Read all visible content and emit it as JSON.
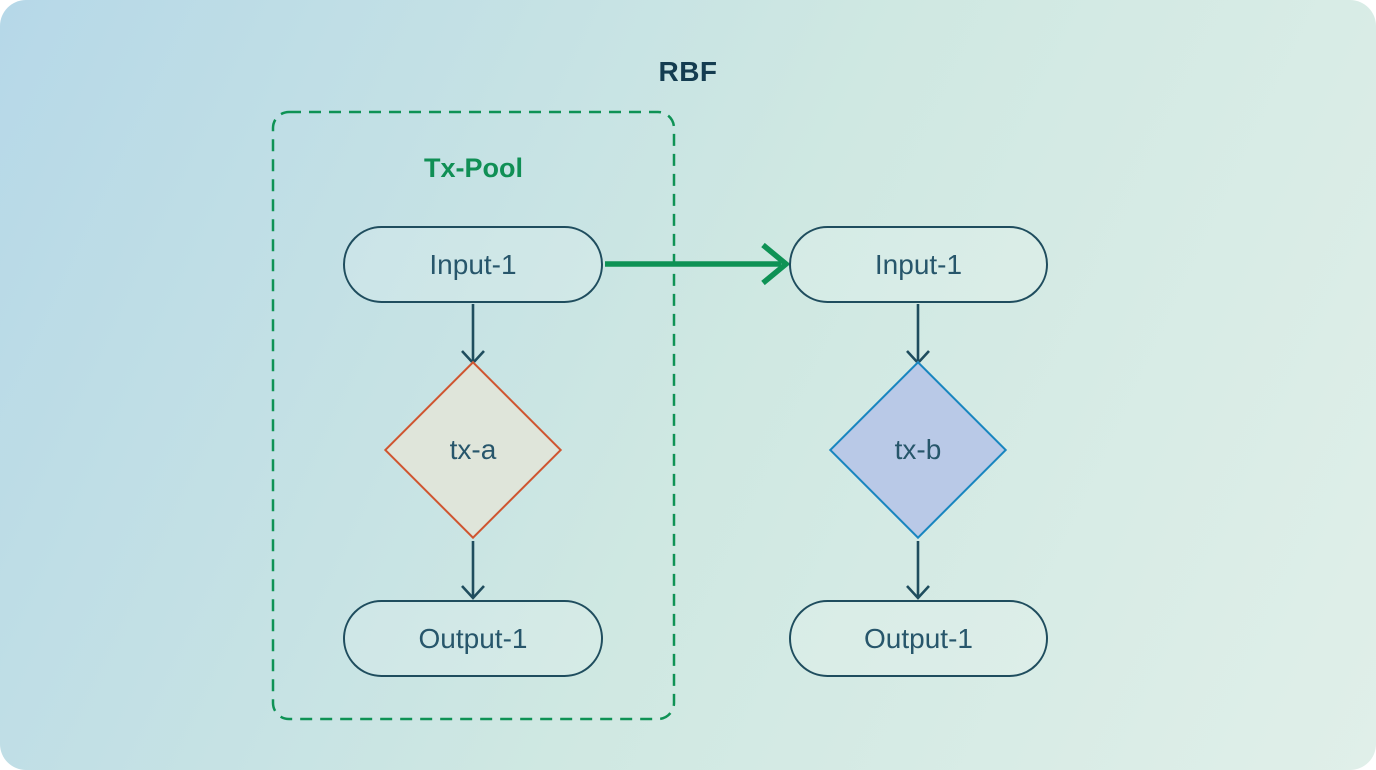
{
  "title": "RBF",
  "txpool": {
    "label": "Tx-Pool"
  },
  "nodes": {
    "input_left": {
      "label": "Input-1",
      "shape": "pill"
    },
    "tx_a": {
      "label": "tx-a",
      "shape": "diamond"
    },
    "output_left": {
      "label": "Output-1",
      "shape": "pill"
    },
    "input_right": {
      "label": "Input-1",
      "shape": "pill"
    },
    "tx_b": {
      "label": "tx-b",
      "shape": "diamond"
    },
    "output_right": {
      "label": "Output-1",
      "shape": "pill"
    }
  },
  "edges": [
    {
      "from": "input_left",
      "to": "tx_a",
      "style": "dark-arrow"
    },
    {
      "from": "tx_a",
      "to": "output_left",
      "style": "dark-arrow"
    },
    {
      "from": "input_left",
      "to": "input_right",
      "style": "green-arrow"
    },
    {
      "from": "input_right",
      "to": "tx_b",
      "style": "dark-arrow"
    },
    {
      "from": "tx_b",
      "to": "output_right",
      "style": "dark-arrow"
    }
  ],
  "colors": {
    "bg_top_left": "#b6d8e8",
    "bg_mid": "#cfe8e2",
    "bg_bottom_right": "#e0efe9",
    "title_text": "#143c50",
    "green": "#0e9255",
    "green_label": "#108f55",
    "node_stroke": "#1f4d5e",
    "node_text": "#27566b",
    "txa_fill": "#dfe5da",
    "txa_stroke": "#cf5530",
    "txb_fill": "#b9c9e7",
    "txb_stroke": "#1886bf"
  }
}
